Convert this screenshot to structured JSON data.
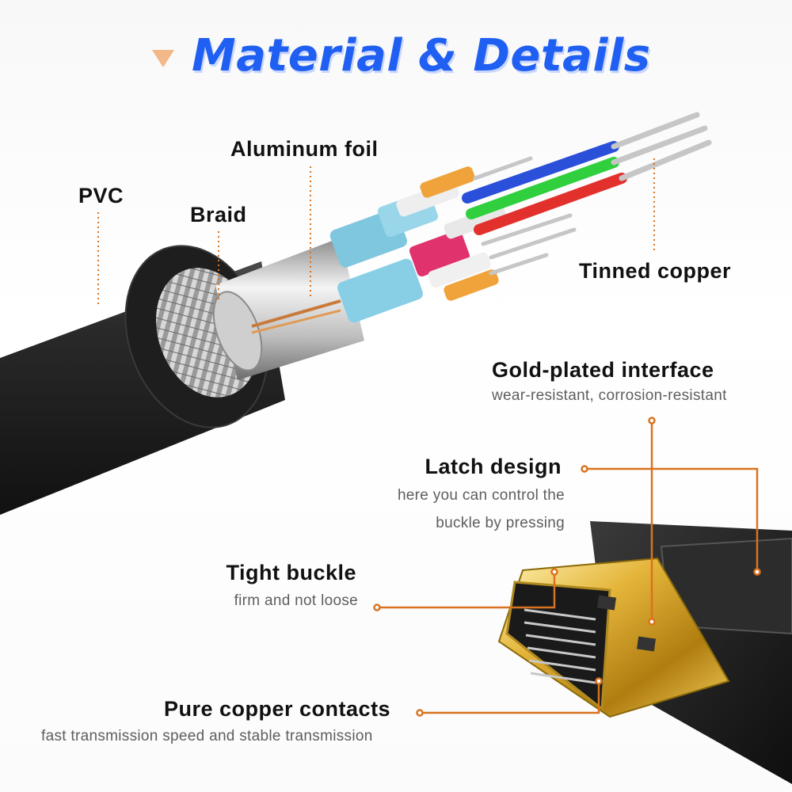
{
  "title": "Material & Details",
  "colors": {
    "title": "#1f5ff2",
    "accent_triangle": "#f2b887",
    "leader_line": "#d9731f",
    "label_text": "#111111",
    "sub_text": "#5e5e5e",
    "gold": "#d9a521"
  },
  "layers": {
    "pvc": "PVC",
    "braid": "Braid",
    "aluminum_foil": "Aluminum foil",
    "tinned_copper": "Tinned copper"
  },
  "features": {
    "gold_plated": {
      "title": "Gold-plated interface",
      "desc": "wear-resistant, corrosion-resistant"
    },
    "latch": {
      "title": "Latch design",
      "desc_line1": "here you can control the",
      "desc_line2": "buckle by pressing"
    },
    "tight_buckle": {
      "title": "Tight buckle",
      "desc": "firm and not loose"
    },
    "contacts": {
      "title": "Pure copper contacts",
      "desc": "fast transmission speed and stable transmission"
    }
  }
}
